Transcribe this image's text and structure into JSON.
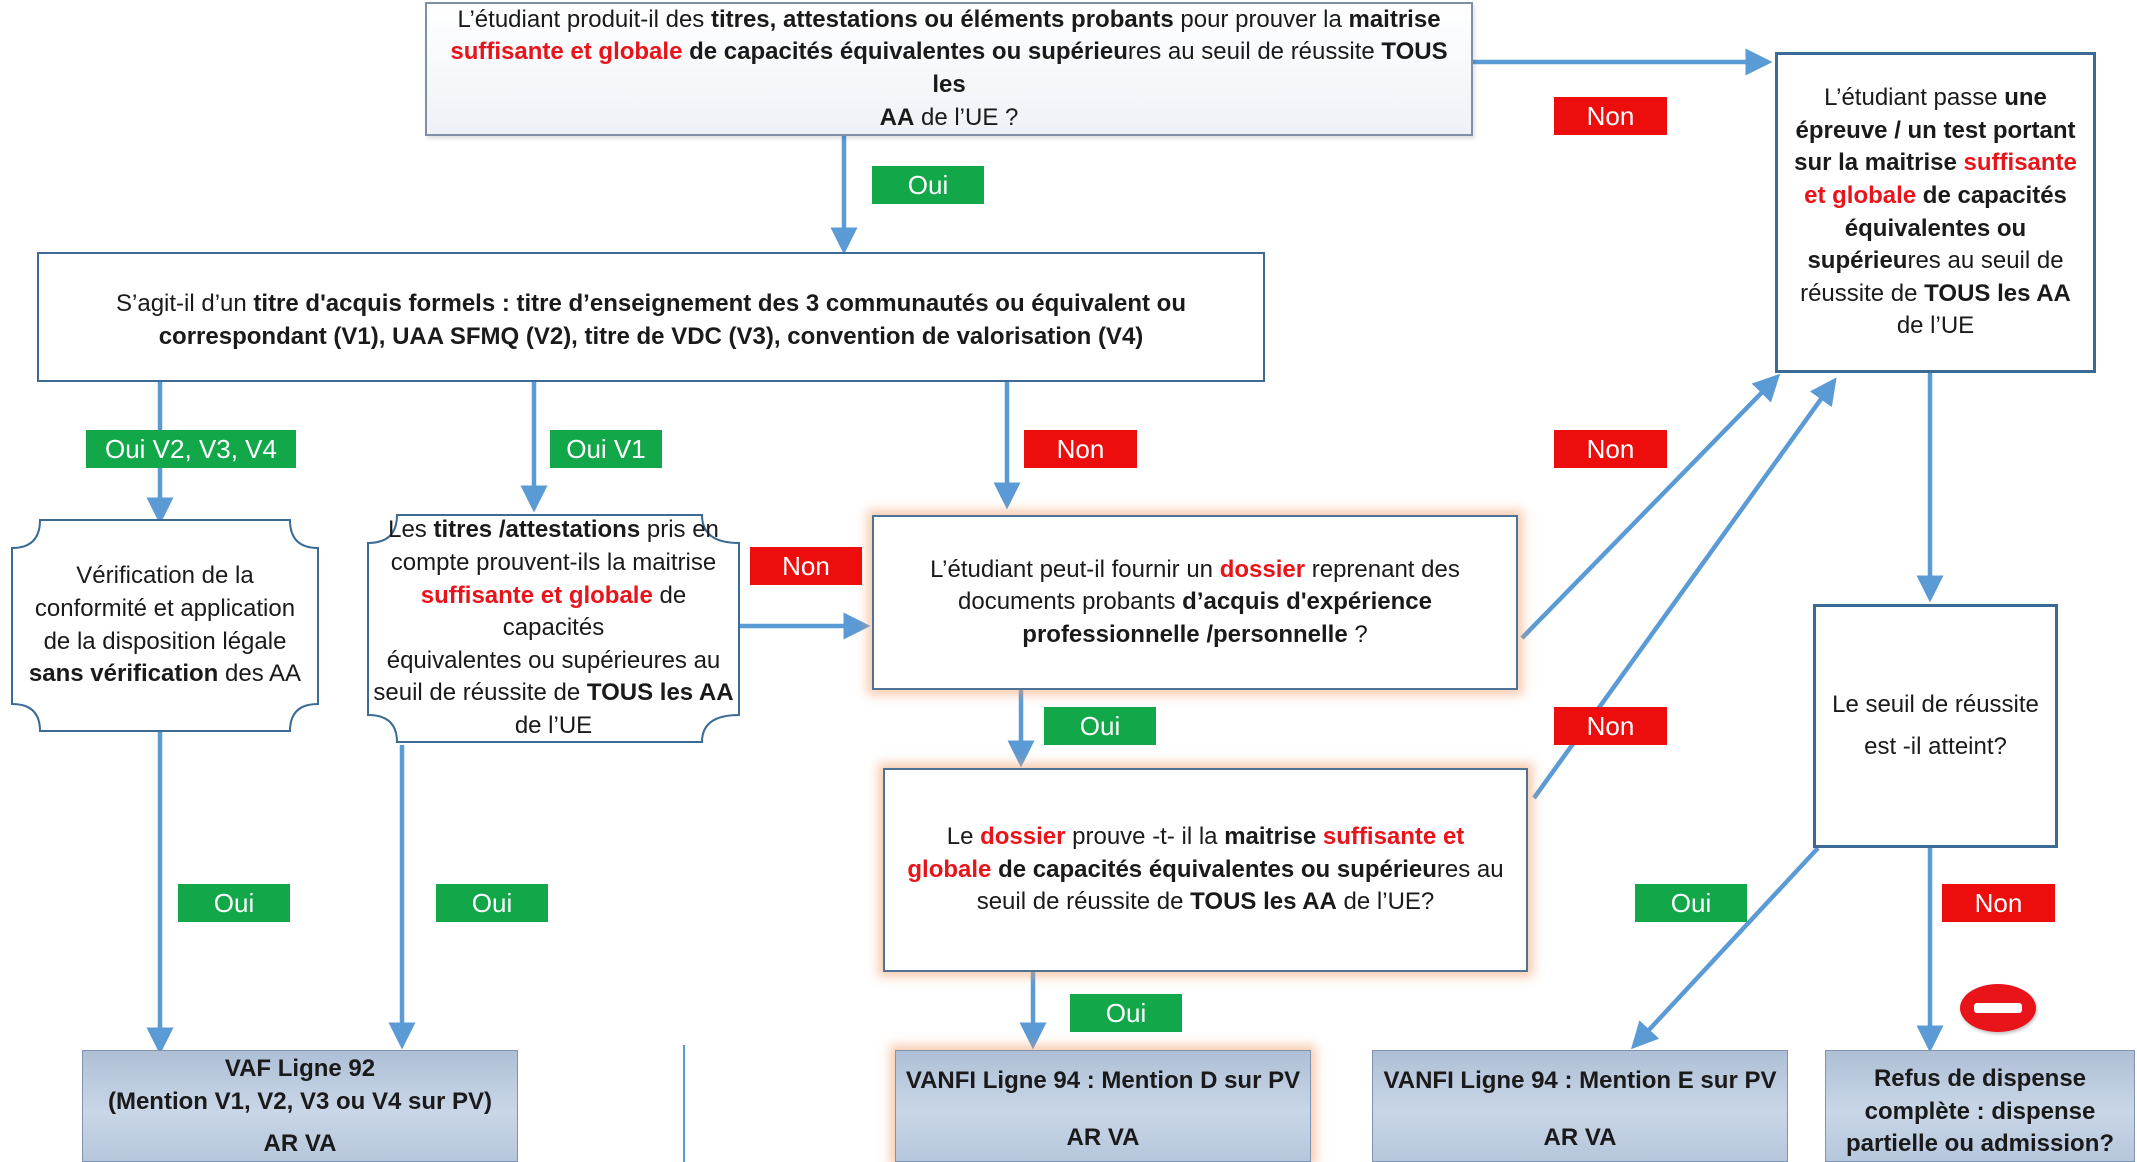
{
  "q1": {
    "p1": "L’étudiant produit-il des ",
    "b1": "titres, attestations ou éléments probants",
    "p2": " pour prouver la ",
    "b2": "maitrise",
    "r1": "suffisante et globale",
    "b3": " de capacités équivalentes ou supérieu",
    "p3": "res",
    "p4": " au seuil de réussite ",
    "b4": "TOUS les",
    "b5": "AA",
    "p5": " de l’UE ?"
  },
  "q2": {
    "p1": "S’agit-il d’un ",
    "b1": "titre d'acquis formels :  titre d’enseignement des 3 communautés ou équivalent ou",
    "b2": "correspondant (V1), UAA SFMQ (V2), titre de VDC (V3), convention de valorisation (V4)"
  },
  "q3": {
    "p1": "Vérification de la",
    "p2": "conformité et application",
    "p3": "de la disposition légale",
    "b1": "sans vérification",
    "p4": " des AA"
  },
  "q4": {
    "p1": "Les ",
    "b1": "titres /attestations",
    "p2": " pris en",
    "p3": "compte prouvent-ils la maitrise",
    "r1": "suffisante et globale",
    "p4": " de capacités",
    "p5": "équivalentes ou supérieures au",
    "p6": "seuil de réussite de ",
    "b2": "TOUS les  AA",
    "p7": "de l’UE"
  },
  "q5": {
    "p1": "L’étudiant peut-il  fournir un ",
    "r1": "dossier",
    "p2": " reprenant des",
    "p3": "documents probants ",
    "b1": "d’acquis d'expérience",
    "b2": "professionnelle /personnelle",
    "p4": " ?"
  },
  "q6": {
    "p1": "Le ",
    "r1": "dossier",
    "p2": "  prouve -t- il la ",
    "b1": "maitrise",
    "r2": " suffisante et",
    "r3": "globale",
    "b2": " de capacités équivalentes ou supérieu",
    "p3": "res au",
    "p4": "seuil de réussite de ",
    "b3": "TOUS les AA",
    "p5": " de l’UE?"
  },
  "q7": {
    "p1": "L’étudiant passe ",
    "b1": "une",
    "b2": "épreuve / un test portant",
    "b3": "sur la maitrise ",
    "r1": "suffisante",
    "r2": "et globale",
    "b4": " de capacités",
    "b5": "équivalentes ou",
    "b6": "supérieu",
    "p2": "res au seuil de",
    "p3": "réussite de ",
    "b7": "TOUS les  AA",
    "p4": "de l’UE"
  },
  "q8": {
    "p1": "Le seuil de réussite",
    "p2": "est -il atteint?"
  },
  "outcomes": {
    "vaf": {
      "line1": "VAF Ligne 92",
      "line2": "(Mention V1, V2, V3 ou V4 sur PV)",
      "line3": "AR VA"
    },
    "vanfi_d": {
      "line1": "VANFI Ligne 94 : Mention D sur PV",
      "line2": "AR VA"
    },
    "vanfi_e": {
      "line1": "VANFI Ligne 94 : Mention E sur PV",
      "line2": "AR VA"
    },
    "refus": {
      "line1": "Refus de dispense",
      "line2": "complète : dispense",
      "line3": "partielle ou admission?"
    }
  },
  "labels": {
    "oui": "Oui",
    "non": "Non",
    "oui_v234": "Oui V2, V3, V4",
    "oui_v1": "Oui V1"
  },
  "colors": {
    "arrow": "#5b9bd5",
    "yes": "#12a84a",
    "no": "#ee0d0d",
    "highlight": "#e8141a"
  },
  "icons": {
    "refusal": "no-entry-icon"
  }
}
